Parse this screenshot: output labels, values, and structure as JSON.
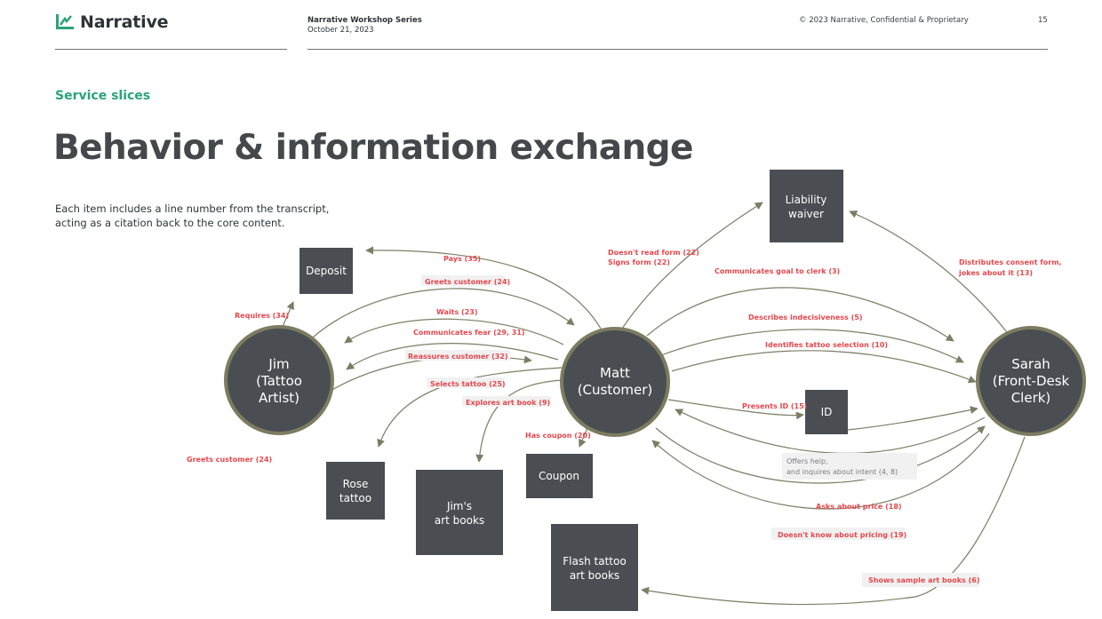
{
  "header": {
    "brand": "Narrative",
    "series_title": "Narrative Workshop Series",
    "date": "October 21, 2023",
    "copyright": "© 2023 Narrative, Confidential & Proprietary",
    "page_number": "15"
  },
  "slide": {
    "kicker": "Service slices",
    "title": "Behavior & information exchange",
    "description": "Each item includes a line number from the transcript, acting as a citation back to the core content."
  },
  "actors": {
    "jim": [
      "Jim",
      "(Tattoo",
      "Artist)"
    ],
    "matt": [
      "Matt",
      "(Customer)"
    ],
    "sarah": [
      "Sarah",
      "(Front-Desk",
      "Clerk)"
    ]
  },
  "artifacts": {
    "deposit": [
      "Deposit"
    ],
    "liability": [
      "Liability",
      "waiver"
    ],
    "id": [
      "ID"
    ],
    "coupon": [
      "Coupon"
    ],
    "rose": [
      "Rose",
      "tattoo"
    ],
    "artbooks": [
      "Jim's",
      "art books"
    ],
    "flash": [
      "Flash tattoo",
      "art books"
    ]
  },
  "edges": {
    "pays": "Pays (35)",
    "greets_matt": "Greets customer (24)",
    "requires": "Requires (34)",
    "waits": "Waits (23)",
    "fear": "Communicates fear (29, 31)",
    "reassures": "Reassures customer (32)",
    "selects": "Selects tattoo (25)",
    "explores": "Explores art book (9)",
    "coupon": "Has coupon (20)",
    "greets_left": "Greets customer (24)",
    "no_read": "Doesn't read form (22)",
    "signs": "Signs form (22)",
    "goal": "Communicates goal to clerk (3)",
    "indecisive": "Describes indecisiveness (5)",
    "identifies": "Identifies tattoo selection (10)",
    "presents_id": "Presents ID (15)",
    "distributes": "Distributes consent form,",
    "jokes": "jokes about it (13)",
    "offers_1": "Offers help,",
    "offers_2": "and inquires about intent (4, 8)",
    "asks_price": "Asks about price (18)",
    "pricing": "Doesn't know about pricing (19)",
    "shows_books": "Shows sample art books (6)"
  },
  "colors": {
    "accent": "#2aa37a",
    "node_fill": "#4a4e53",
    "node_ring": "#7c7c60",
    "edge": "#7b7e64",
    "label_red": "#e5484d"
  }
}
